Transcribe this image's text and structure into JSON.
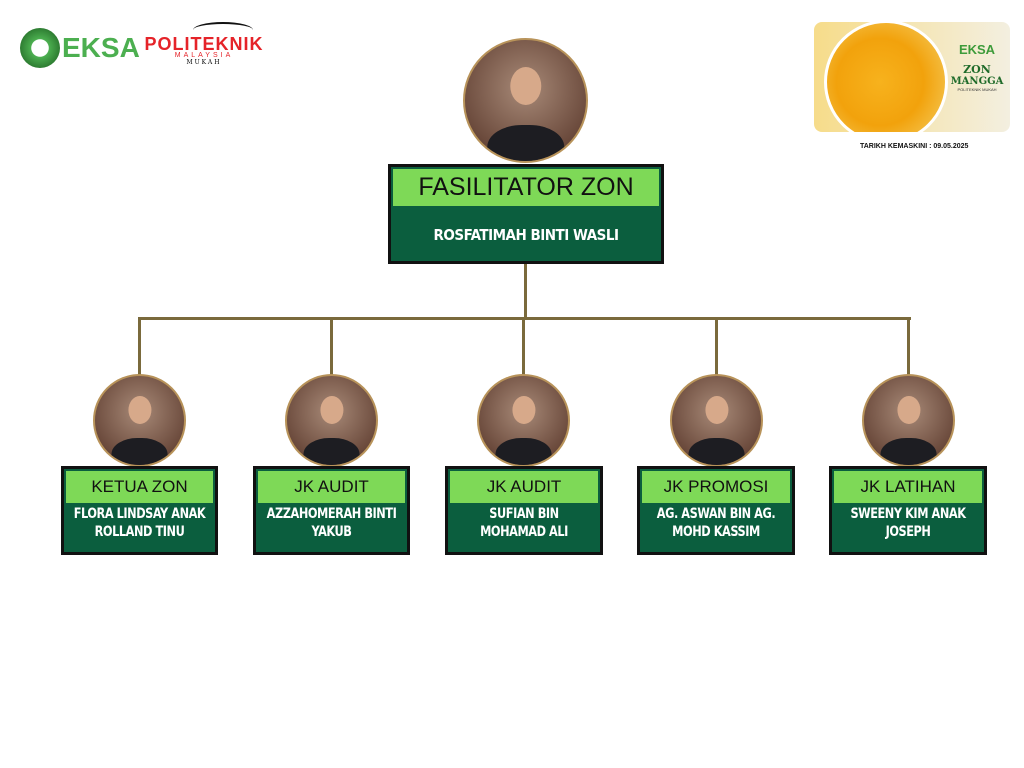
{
  "logos": {
    "eksa": "EKSA",
    "politeknik": "POLITEKNIK",
    "politeknik_sub": "MALAYSIA",
    "politeknik_campus": "MUKAH"
  },
  "banner": {
    "brand": "EKSA",
    "zone": "ZON",
    "zone_name": "MANGGA",
    "sub": "POLITEKNIK MUKAH",
    "updated": "TARIKH KEMASKINI : 09.05.2025"
  },
  "facilitator": {
    "role": "FASILITATOR ZON",
    "name": "ROSFATIMAH BINTI WASLI"
  },
  "members": [
    {
      "role": "KETUA ZON",
      "name": "FLORA LINDSAY ANAK ROLLAND TINU"
    },
    {
      "role": "JK AUDIT",
      "name": "AZZAHOMERAH BINTI YAKUB"
    },
    {
      "role": "JK AUDIT",
      "name": "SUFIAN BIN MOHAMAD ALI"
    },
    {
      "role": "JK PROMOSI",
      "name": "AG. ASWAN BIN AG. MOHD KASSIM"
    },
    {
      "role": "JK LATIHAN",
      "name": "SWEENY KIM ANAK JOSEPH"
    }
  ],
  "colors": {
    "dark_green": "#0b5e3e",
    "light_green": "#7ed957",
    "connector": "#7a6a3c"
  }
}
